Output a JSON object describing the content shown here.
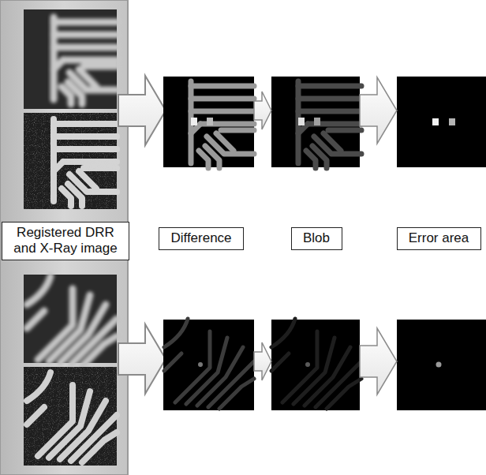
{
  "diagram": {
    "nodes": [
      {
        "text": [
          "Registered DRR and X-Ray image"
        ]
      },
      {
        "text": [
          "Difference"
        ]
      },
      {
        "text": [
          "Blob"
        ]
      },
      {
        "text": [
          "Error area"
        ]
      }
    ]
  }
}
